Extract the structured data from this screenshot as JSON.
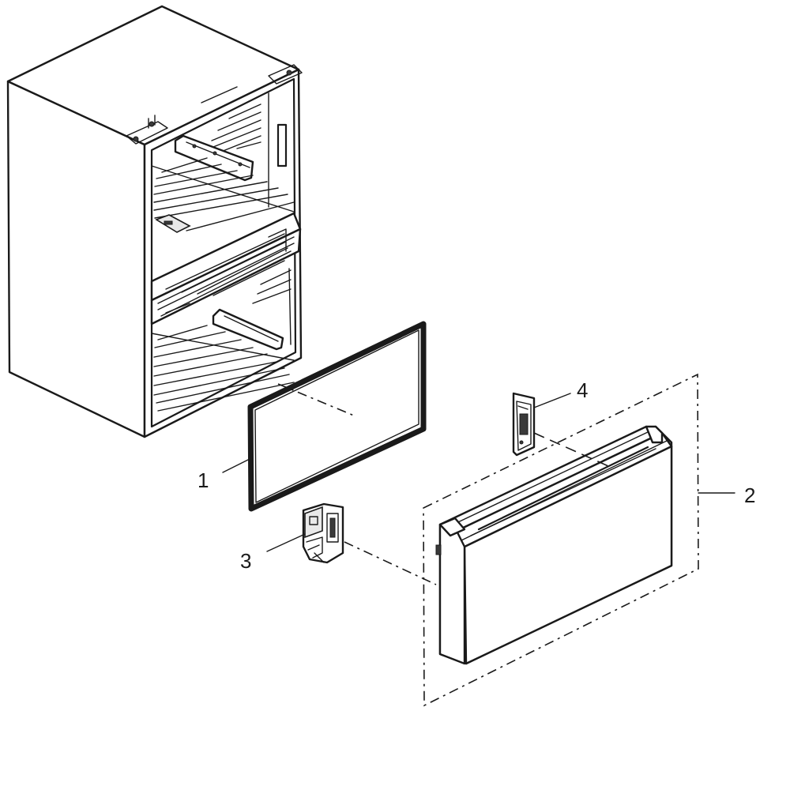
{
  "callouts": [
    {
      "id": "1",
      "text": "1"
    },
    {
      "id": "2",
      "text": "2"
    },
    {
      "id": "3",
      "text": "3"
    },
    {
      "id": "4",
      "text": "4"
    }
  ],
  "colors": {
    "line": "#1a1a1a",
    "background": "#ffffff"
  }
}
